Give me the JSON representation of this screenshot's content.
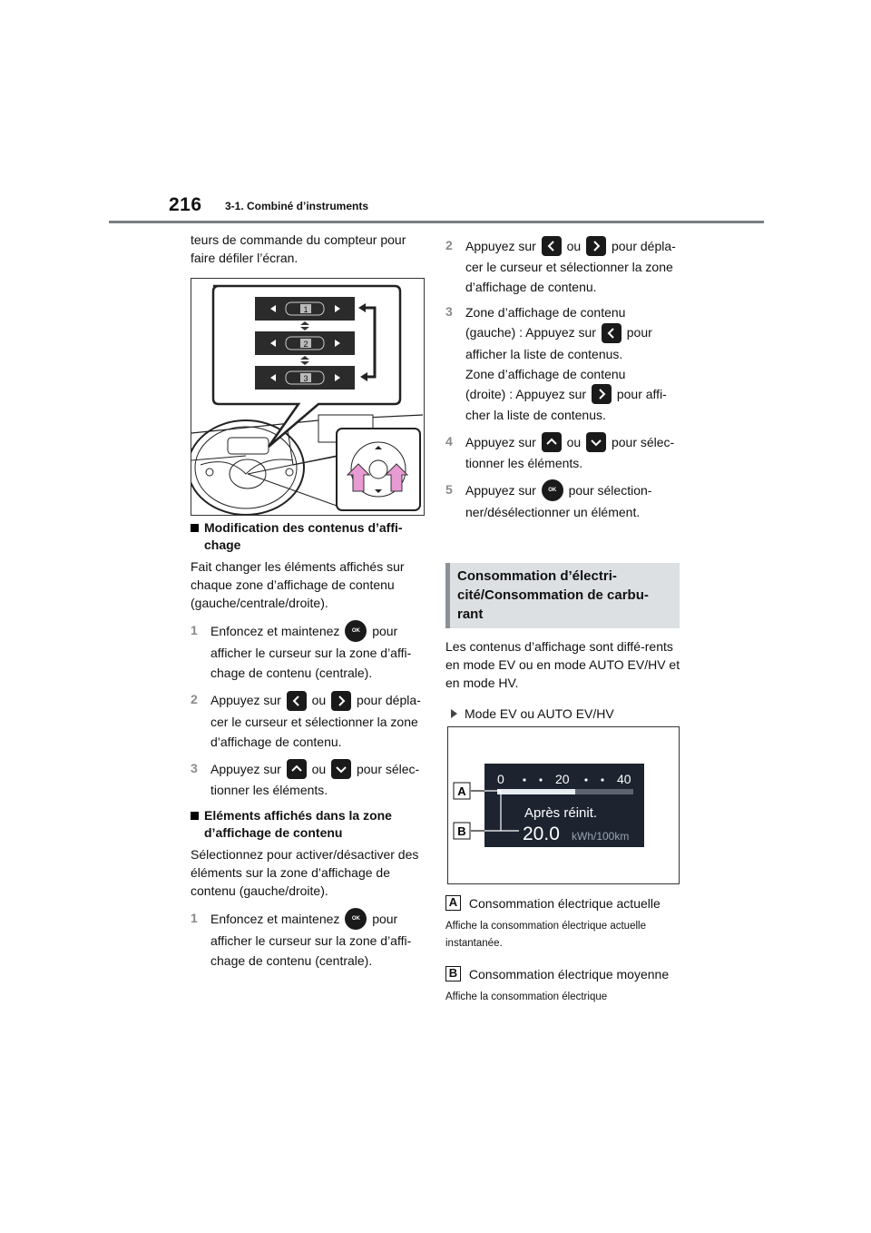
{
  "header": {
    "page_number": "216",
    "section": "3-1. Combiné d’instruments"
  },
  "left": {
    "intro": "teurs de commande du compteur pour faire défiler l’écran.",
    "figure1": {
      "menu_items": [
        "1",
        "2",
        "3"
      ]
    },
    "section1": {
      "heading": "Modification des contenus d’affi-chage",
      "body": "Fait changer les éléments affichés sur chaque zone d’affichage de contenu (gauche/centrale/droite).",
      "steps": [
        {
          "num": "1",
          "a": "Enfoncez et maintenez",
          "b": "pour afficher le curseur sur la zone d’affi-chage de contenu (centrale)."
        },
        {
          "num": "2",
          "a": "Appuyez sur",
          "mid": "ou",
          "b": "pour dépla-cer le curseur et sélectionner la zone d’affichage de contenu."
        },
        {
          "num": "3",
          "a": "Appuyez sur",
          "mid": "ou",
          "b": "pour sélec-tionner les éléments."
        }
      ]
    },
    "section2": {
      "heading": "Eléments affichés dans la zone d’affichage de contenu",
      "body": "Sélectionnez pour activer/désactiver des éléments sur la zone d’affichage de contenu (gauche/droite).",
      "steps": [
        {
          "num": "1",
          "a": "Enfoncez et maintenez",
          "b": "pour afficher le curseur sur la zone d’affi-chage de contenu (centrale)."
        }
      ]
    },
    "ok_label": "OK"
  },
  "right": {
    "steps": [
      {
        "num": "2",
        "a": "Appuyez sur",
        "mid": "ou",
        "b": "pour dépla-cer le curseur et sélectionner la zone d’affichage de contenu."
      },
      {
        "num": "3",
        "line1": "Zone d’affichage de contenu",
        "line2a": "(gauche) : Appuyez sur",
        "line2b": "pour afficher la liste de contenus.",
        "line3": "Zone d’affichage de contenu",
        "line4a": "(droite) : Appuyez sur",
        "line4b": "pour affi-cher la liste de contenus."
      },
      {
        "num": "4",
        "a": "Appuyez sur",
        "mid": "ou",
        "b": "pour sélec-tionner les éléments."
      },
      {
        "num": "5",
        "a": "Appuyez sur",
        "b": "pour sélection-ner/désélectionner un élément."
      }
    ],
    "callout": "Consommation d’électri-cité/Consommation de carbu-rant",
    "body": "Les contenus d’affichage sont diffé-rents en mode EV ou en mode AUTO EV/HV et en mode HV.",
    "bullet": "Mode EV ou AUTO EV/HV",
    "figure2": {
      "scale": [
        "0",
        "20",
        "40"
      ],
      "after_reset": "Après réinit.",
      "value": "20.0",
      "unit": "kWh/100km",
      "labels": [
        "A",
        "B"
      ]
    },
    "legend": [
      {
        "label": "A",
        "title": "Consommation électrique actuelle",
        "desc": "Affiche la consommation électrique actuelle instantanée."
      },
      {
        "label": "B",
        "title": "Consommation électrique moyenne",
        "desc": "Affiche la consommation électrique"
      }
    ]
  }
}
